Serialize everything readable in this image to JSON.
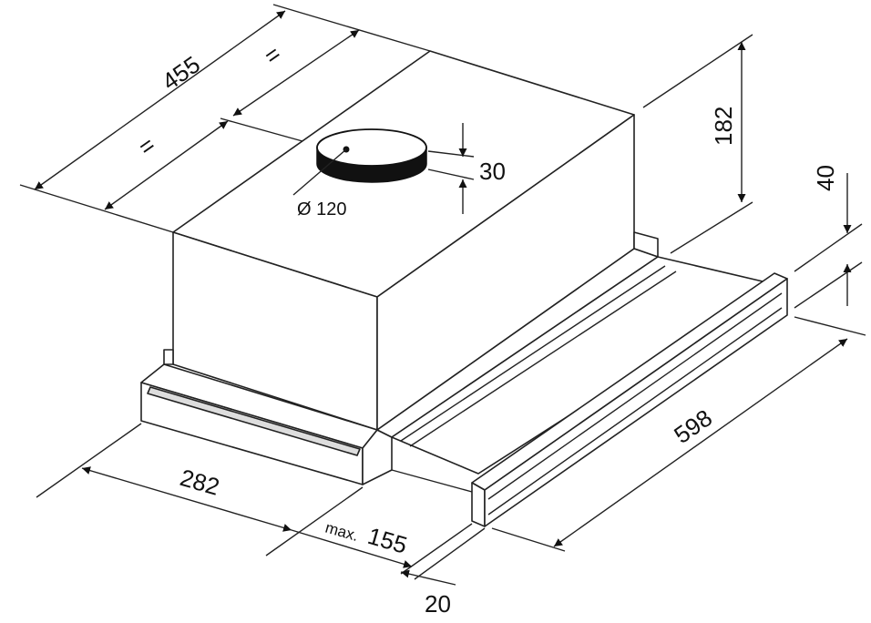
{
  "dimensions": {
    "depth": "455",
    "equal_left": "=",
    "equal_right": "=",
    "height_total": "182",
    "duct_height": "30",
    "duct_diameter": "Ø 120",
    "front_panel_height": "40",
    "width": "598",
    "body_width": "282",
    "extension_prefix": "max.",
    "extension": "155",
    "offset": "20"
  },
  "colors": {
    "line": "#222222",
    "front_panel": "#dddddd",
    "duct_top": "#ffffff",
    "duct_side": "#111111"
  }
}
